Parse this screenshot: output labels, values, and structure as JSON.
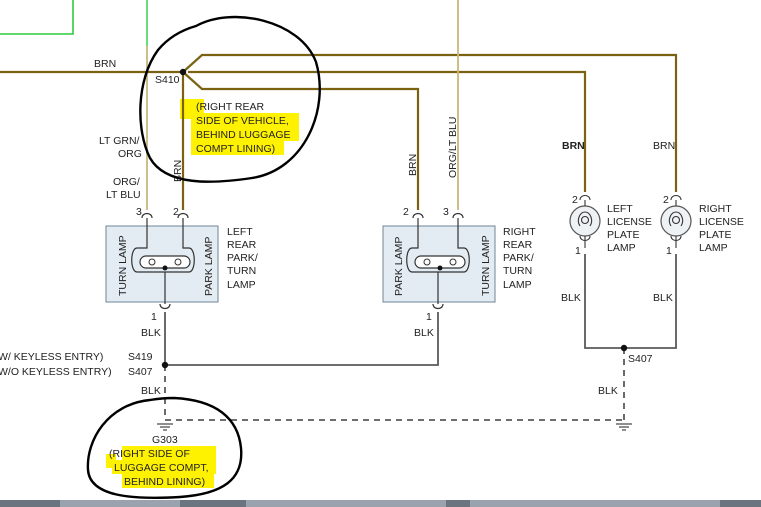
{
  "colors": {
    "brn_wire": "#7a6212",
    "org_wire": "#c8b87a",
    "blk_wire": "#5a5a5a",
    "grn_wire": "#2ecc40",
    "highlight": "#fff200",
    "component_fill": "#e3ecf2"
  },
  "wires": {
    "brn_top": "BRN",
    "lt_grn_org_1": "LT GRN/",
    "lt_grn_org_2": "ORG",
    "org_lt_blu_1": "ORG/",
    "org_lt_blu_2": "LT BLU",
    "brn_left_vert": "BRN",
    "brn_mid_vert": "BRN",
    "org_lt_blu_mid": "ORG/LT BLU",
    "brn_right_1": "BRN",
    "brn_right_2": "BRN",
    "blk_1": "BLK",
    "blk_2": "BLK",
    "blk_3": "BLK",
    "blk_4": "BLK",
    "blk_5": "BLK",
    "blk_6": "BLK"
  },
  "splices": {
    "s410": "S410",
    "s419": "S419",
    "s407_left": "S407",
    "s407_right": "S407",
    "g303": "G303"
  },
  "notes": {
    "s410_note": [
      "(RIGHT REAR",
      "SIDE OF VEHICLE,",
      "BEHIND LUGGAGE",
      "COMPT LINING)"
    ],
    "g303_note": [
      "(RIGHT SIDE OF",
      "LUGGAGE COMPT,",
      "BEHIND LINING)"
    ],
    "keyless_1": "W/ KEYLESS ENTRY)",
    "keyless_2": "W/O KEYLESS ENTRY)"
  },
  "components": {
    "left_rear": {
      "name": [
        "LEFT",
        "REAR",
        "PARK/",
        "TURN",
        "LAMP"
      ],
      "turn_label": "TURN LAMP",
      "park_label": "PARK LAMP",
      "pin_3": "3",
      "pin_2": "2",
      "pin_1": "1"
    },
    "right_rear": {
      "name": [
        "RIGHT",
        "REAR",
        "PARK/",
        "TURN",
        "LAMP"
      ],
      "park_label": "PARK LAMP",
      "turn_label": "TURN LAMP",
      "pin_2": "2",
      "pin_3": "3",
      "pin_1": "1"
    },
    "left_license": {
      "name": [
        "LEFT",
        "LICENSE",
        "PLATE",
        "LAMP"
      ],
      "pin_2": "2",
      "pin_1": "1"
    },
    "right_license": {
      "name": [
        "RIGHT",
        "LICENSE",
        "PLATE",
        "LAMP"
      ],
      "pin_2": "2",
      "pin_1": "1"
    }
  }
}
